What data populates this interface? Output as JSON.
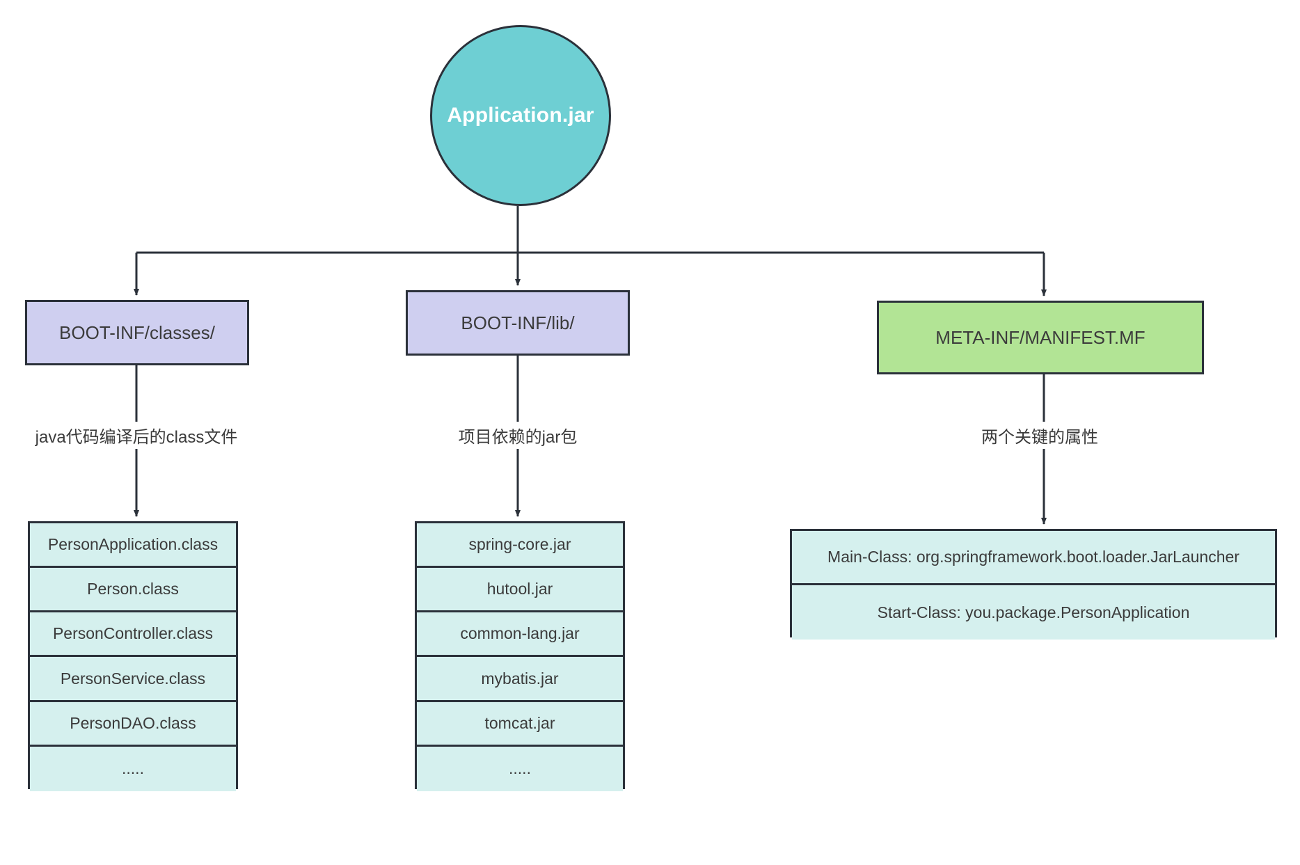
{
  "diagram": {
    "title": "Spring Boot Application.jar structure",
    "colors": {
      "root_fill": "#6ECFD3",
      "level1_purple": "#CFCFF0",
      "level1_green": "#B2E495",
      "leaf_cyan": "#D5F0EE",
      "stroke": "#2b313a",
      "text": "#3b3b3b",
      "root_text": "#ffffff",
      "background": "#ffffff"
    },
    "root": {
      "label": "Application.jar",
      "shape": "circle"
    },
    "branches": [
      {
        "id": "classes",
        "label": "BOOT-INF/classes/",
        "fill": "#CFCFF0",
        "edge_label": "java代码编译后的class文件",
        "items": [
          "PersonApplication.class",
          "Person.class",
          "PersonController.class",
          "PersonService.class",
          "PersonDAO.class",
          "....."
        ]
      },
      {
        "id": "lib",
        "label": "BOOT-INF/lib/",
        "fill": "#CFCFF0",
        "edge_label": "项目依赖的jar包",
        "items": [
          "spring-core.jar",
          "hutool.jar",
          "common-lang.jar",
          "mybatis.jar",
          "tomcat.jar",
          "....."
        ]
      },
      {
        "id": "manifest",
        "label": "META-INF/MANIFEST.MF",
        "fill": "#B2E495",
        "edge_label": "两个关键的属性",
        "items": [
          "Main-Class: org.springframework.boot.loader.JarLauncher",
          "Start-Class: you.package.PersonApplication"
        ]
      }
    ]
  }
}
